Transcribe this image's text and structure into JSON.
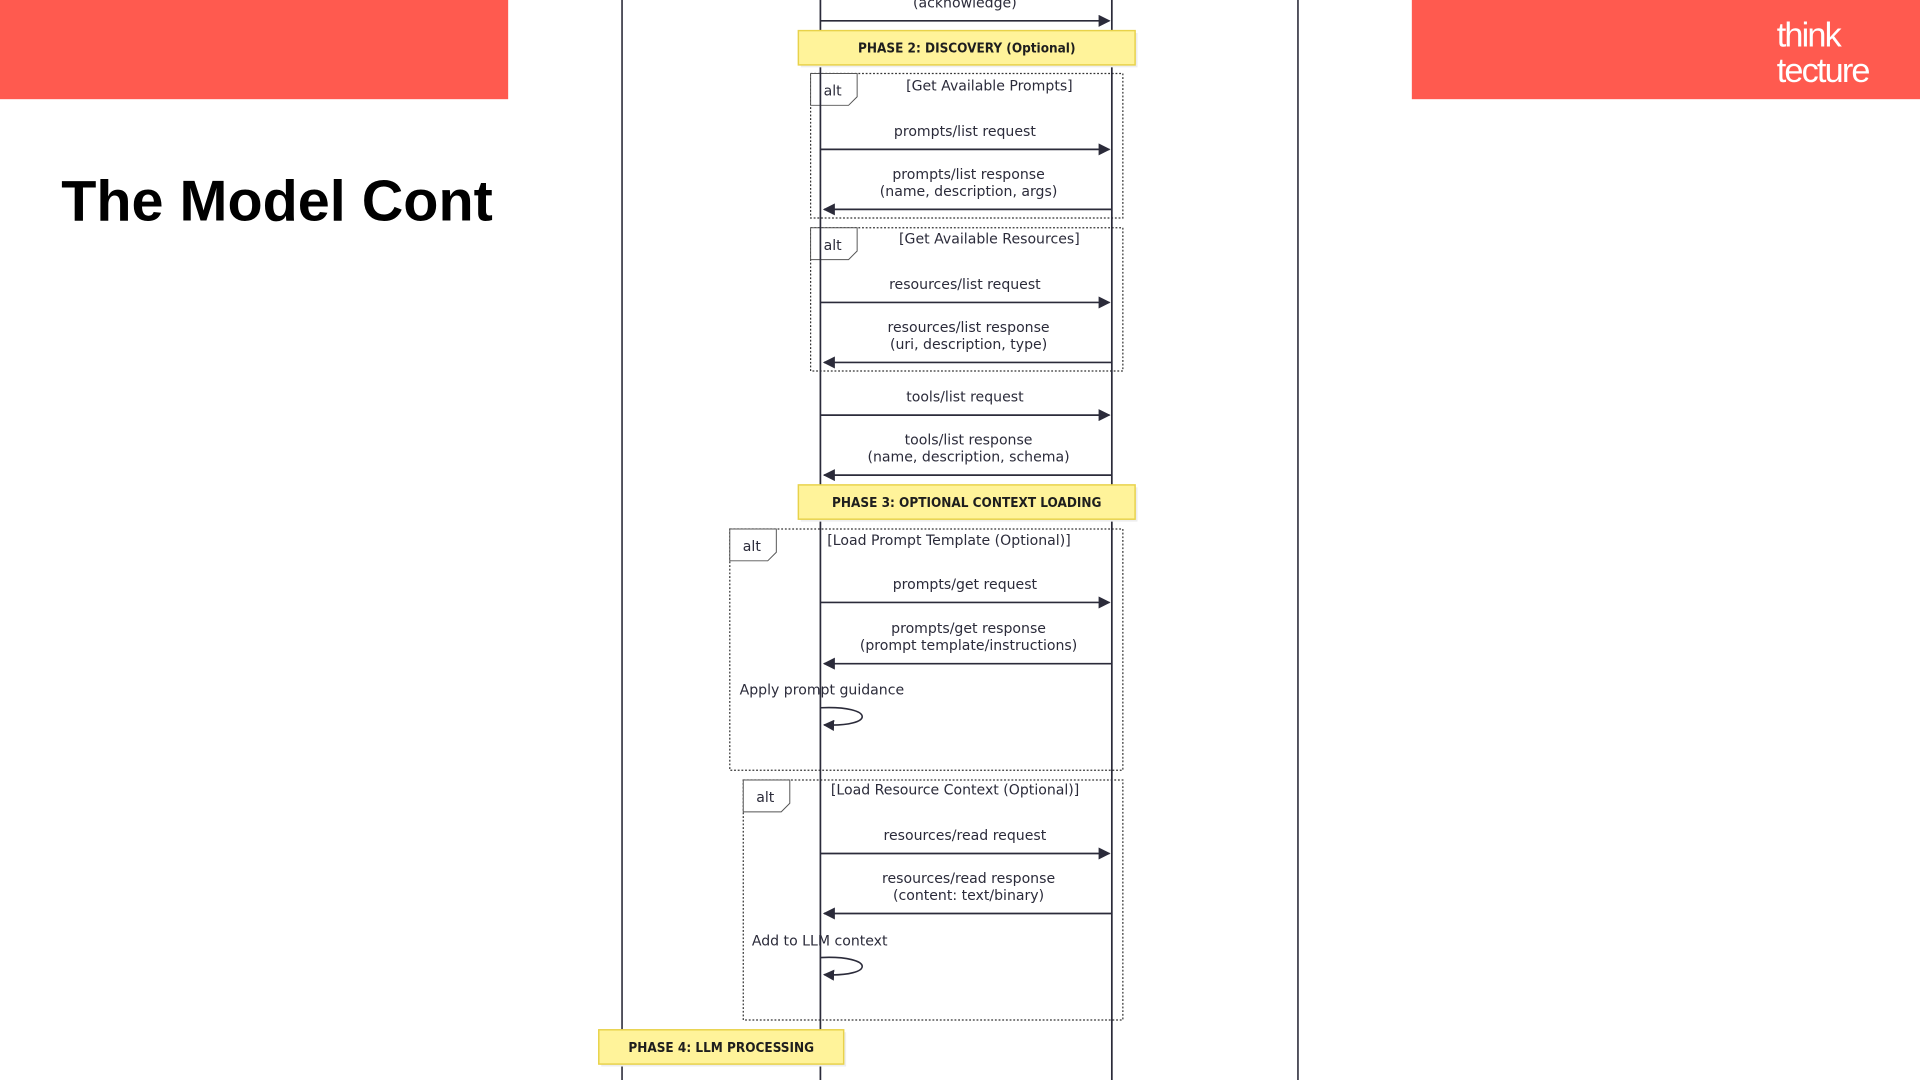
{
  "slide": {
    "title": "The Model Cont",
    "logo": [
      "think",
      "tecture"
    ],
    "brand_color": "#ff5a4f"
  },
  "diagram": {
    "phases": [
      "PHASE 2: DISCOVERY (Optional)",
      "PHASE 3: OPTIONAL CONTEXT LOADING",
      "PHASE 4: LLM PROCESSING"
    ],
    "alt_label": "alt",
    "alt_conditions": [
      "[Get Available Prompts]",
      "[Get Available Resources]",
      "[Load Prompt Template (Optional)]",
      "[Load Resource Context (Optional)]"
    ],
    "messages": [
      {
        "lines": [
          "(acknowledge)"
        ],
        "dir": "right"
      },
      {
        "lines": [
          "prompts/list request"
        ],
        "dir": "right"
      },
      {
        "lines": [
          "prompts/list response",
          "(name, description, args)"
        ],
        "dir": "left"
      },
      {
        "lines": [
          "resources/list request"
        ],
        "dir": "right"
      },
      {
        "lines": [
          "resources/list response",
          "(uri, description, type)"
        ],
        "dir": "left"
      },
      {
        "lines": [
          "tools/list request"
        ],
        "dir": "right"
      },
      {
        "lines": [
          "tools/list response",
          "(name, description, schema)"
        ],
        "dir": "left"
      },
      {
        "lines": [
          "prompts/get request"
        ],
        "dir": "right"
      },
      {
        "lines": [
          "prompts/get response",
          "(prompt template/instructions)"
        ],
        "dir": "left"
      },
      {
        "lines": [
          "resources/read request"
        ],
        "dir": "right"
      },
      {
        "lines": [
          "resources/read response",
          "(content: text/binary)"
        ],
        "dir": "left"
      }
    ],
    "self_messages": [
      "Apply prompt guidance",
      "Add to LLM context"
    ],
    "phase_fill": "#fff39a",
    "phase_border": "#e8d24a"
  }
}
